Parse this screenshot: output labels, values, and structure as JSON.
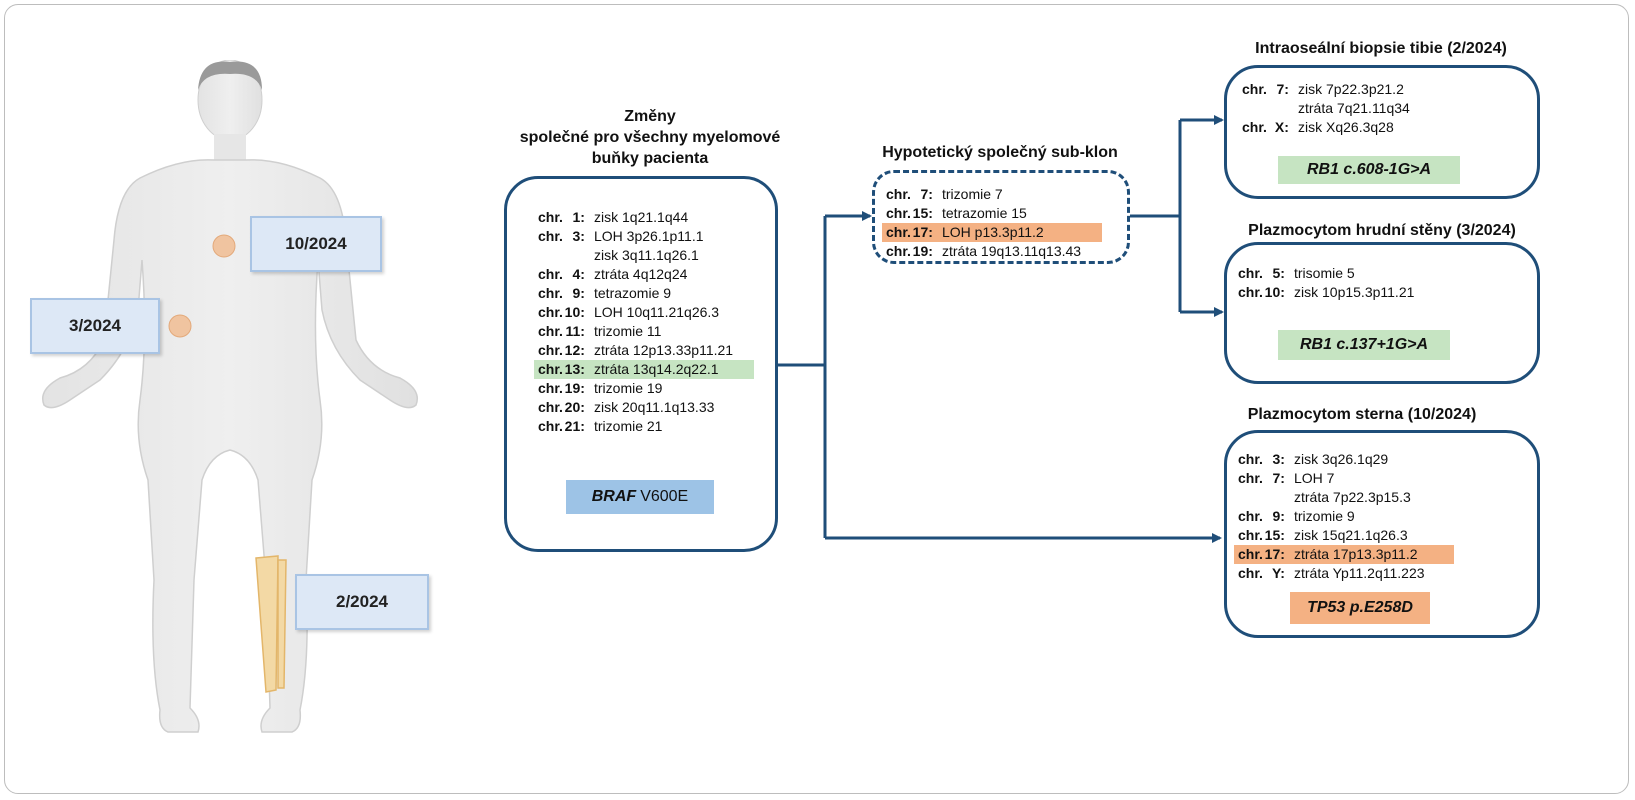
{
  "dates": {
    "d1": "10/2024",
    "d2": "3/2024",
    "d3": "2/2024"
  },
  "common": {
    "title_line1": "Změny",
    "title_line2": "společné pro všechny myelomové",
    "title_line3": "buňky pacienta",
    "rows": [
      {
        "chr": "1:",
        "text": "zisk 1q21.1q44"
      },
      {
        "chr": "3:",
        "text": "LOH 3p26.1p11.1"
      },
      {
        "chr": "",
        "text": "zisk 3q11.1q26.1"
      },
      {
        "chr": "4:",
        "text": "ztráta 4q12q24"
      },
      {
        "chr": "9:",
        "text": "tetrazomie 9"
      },
      {
        "chr": "10:",
        "text": "LOH 10q11.21q26.3"
      },
      {
        "chr": "11:",
        "text": "trizomie 11"
      },
      {
        "chr": "12:",
        "text": "ztráta 12p13.33p11.21"
      },
      {
        "chr": "13:",
        "text": "ztráta 13q14.2q22.1"
      },
      {
        "chr": "19:",
        "text": "trizomie 19"
      },
      {
        "chr": "20:",
        "text": "zisk 20q11.1q13.33"
      },
      {
        "chr": "21:",
        "text": "trizomie 21"
      }
    ],
    "mutation_gene": "BRAF",
    "mutation_variant": "V600E"
  },
  "subclone": {
    "title": "Hypotetický společný sub-klon",
    "rows": [
      {
        "chr": "7:",
        "text": "trizomie 7"
      },
      {
        "chr": "15:",
        "text": "tetrazomie 15"
      },
      {
        "chr": "17:",
        "text": "LOH p13.3p11.2"
      },
      {
        "chr": "19:",
        "text": "ztráta 19q13.11q13.43"
      }
    ]
  },
  "tibia": {
    "title": "Intraoseální biopsie tibie (2/2024)",
    "rows": [
      {
        "chr": "7:",
        "text": "zisk 7p22.3p21.2"
      },
      {
        "chr": "",
        "text": "ztráta 7q21.11q34"
      },
      {
        "chr": "X:",
        "text": "zisk Xq26.3q28"
      }
    ],
    "mutation": "RB1 c.608-1G>A"
  },
  "chest": {
    "title": "Plazmocytom hrudní stěny (3/2024)",
    "rows": [
      {
        "chr": "5:",
        "text": "trisomie 5"
      },
      {
        "chr": "10:",
        "text": "zisk 10p15.3p11.21"
      }
    ],
    "mutation": "RB1 c.137+1G>A"
  },
  "sternum": {
    "title": "Plazmocytom sterna (10/2024)",
    "rows": [
      {
        "chr": "3:",
        "text": "zisk 3q26.1q29"
      },
      {
        "chr": "7:",
        "text": "LOH 7"
      },
      {
        "chr": "",
        "text": "ztráta 7p22.3p15.3"
      },
      {
        "chr": "9:",
        "text": "trizomie 9"
      },
      {
        "chr": "15:",
        "text": "zisk 15q21.1q26.3"
      },
      {
        "chr": "17:",
        "text": "ztráta 17p13.3p11.2"
      },
      {
        "chr": "Y:",
        "text": "ztráta Yp11.2q11.223"
      }
    ],
    "mutation": "TP53 p.E258D"
  },
  "chr_prefix": "chr.",
  "colors": {
    "box_border": "#1f4e79",
    "arrow": "#1f4e79",
    "highlight_green": "#c6e4c2",
    "highlight_orange": "#f4b183",
    "mutation_blue": "#9dc3e6",
    "date_box_fill": "#dde8f6"
  }
}
